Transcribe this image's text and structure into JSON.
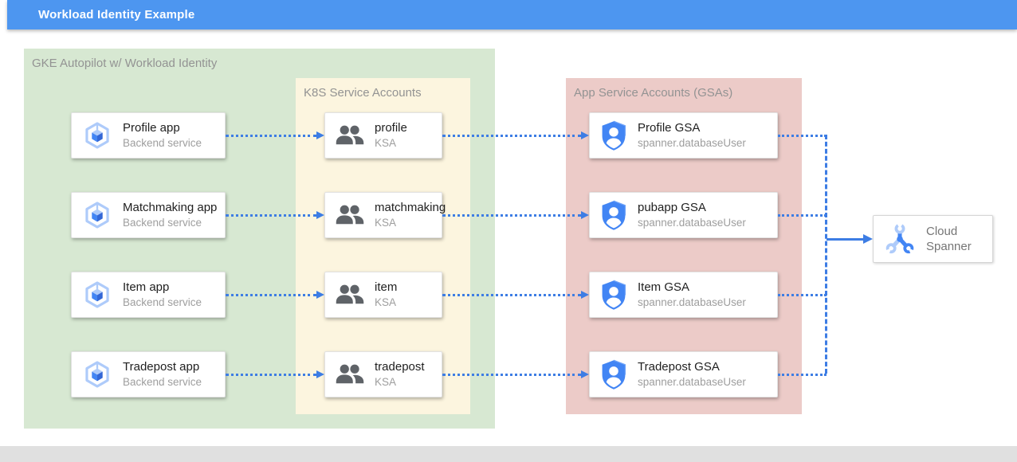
{
  "header": {
    "title": "Workload Identity Example"
  },
  "containers": {
    "gke": {
      "label": "GKE Autopilot w/ Workload Identity"
    },
    "ksa": {
      "label": "K8S Service Accounts"
    },
    "gsa": {
      "label": "App Service Accounts (GSAs)"
    }
  },
  "rows": [
    {
      "app": {
        "title": "Profile app",
        "subtitle": "Backend service"
      },
      "ksa": {
        "title": "profile",
        "subtitle": "KSA"
      },
      "gsa": {
        "title": "Profile GSA",
        "subtitle": "spanner.databaseUser"
      }
    },
    {
      "app": {
        "title": "Matchmaking app",
        "subtitle": "Backend service"
      },
      "ksa": {
        "title": "matchmaking",
        "subtitle": "KSA"
      },
      "gsa": {
        "title": "pubapp GSA",
        "subtitle": "spanner.databaseUser"
      }
    },
    {
      "app": {
        "title": "Item app",
        "subtitle": "Backend service"
      },
      "ksa": {
        "title": "item",
        "subtitle": "KSA"
      },
      "gsa": {
        "title": "Item GSA",
        "subtitle": "spanner.databaseUser"
      }
    },
    {
      "app": {
        "title": "Tradepost app",
        "subtitle": "Backend service"
      },
      "ksa": {
        "title": "tradepost",
        "subtitle": "KSA"
      },
      "gsa": {
        "title": "Tradepost GSA",
        "subtitle": "spanner.databaseUser"
      }
    }
  ],
  "spanner": {
    "title": "Cloud Spanner"
  },
  "icons": {
    "app": "gke-hexagon-icon",
    "ksa": "people-group-icon",
    "gsa": "shield-user-icon",
    "spanner": "spanner-wrench-icon"
  },
  "colors": {
    "header_bar": "#4D96F0",
    "gke_container": "#D7E8D2",
    "ksa_container": "#FCF5DF",
    "gsa_container": "#ECCBC8",
    "connector_blue": "#3D7DE4",
    "footer_strip": "#E0E0E0"
  }
}
